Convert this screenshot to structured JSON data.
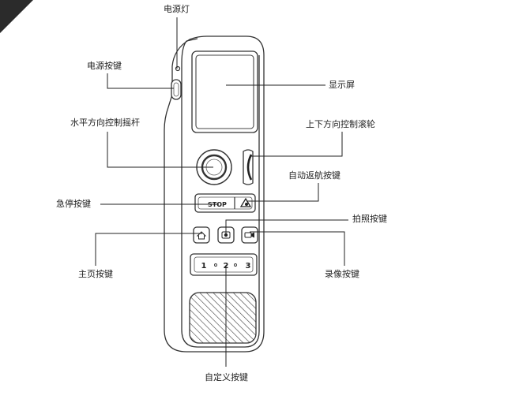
{
  "labels": {
    "power_light": "电源灯",
    "power_button": "电源按键",
    "display": "显示屏",
    "horizontal_joystick": "水平方向控制摇杆",
    "vertical_wheel": "上下方向控制滚轮",
    "auto_return_button": "自动返航按键",
    "emergency_stop_button": "急停按键",
    "photo_button": "拍照按键",
    "home_button": "主页按键",
    "record_button": "录像按键",
    "custom_button": "自定义按键"
  },
  "device": {
    "stop_text": "STOP",
    "custom_keys": [
      "1",
      "2",
      "3"
    ]
  }
}
